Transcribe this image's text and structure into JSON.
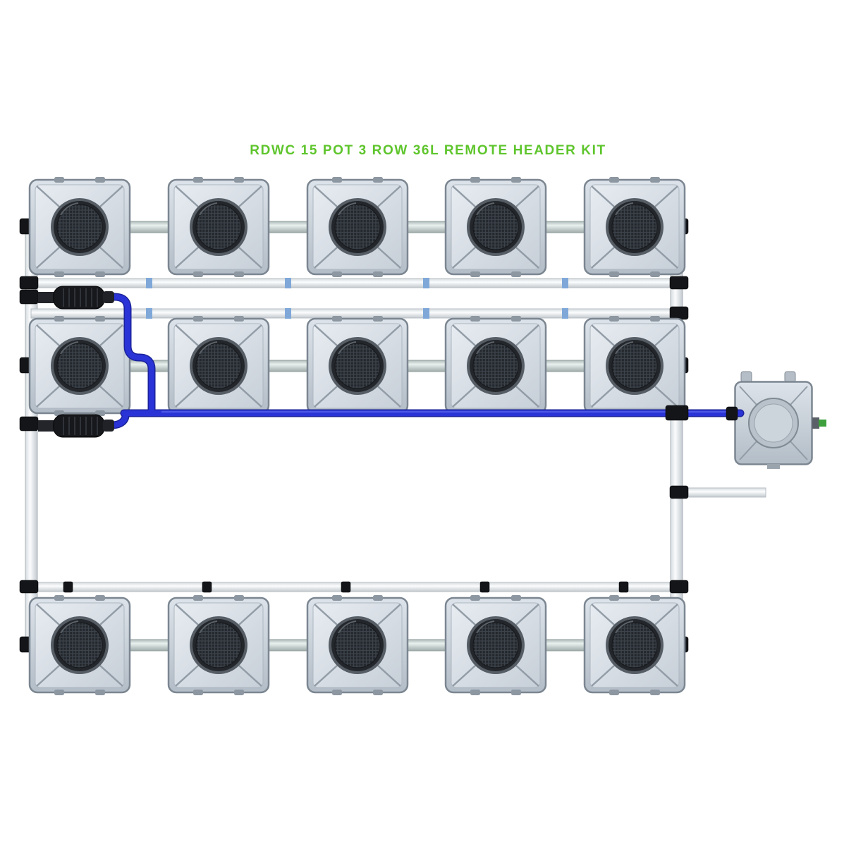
{
  "title": "RDWC 15 POT 3 ROW 36L REMOTE HEADER KIT",
  "diagram": {
    "system": "RDWC",
    "total_pots": 15,
    "rows": 3,
    "pots_per_row": 5,
    "pot_volume": "36L",
    "kit_type": "REMOTE HEADER KIT",
    "reservoirs": 1,
    "inline_pumps": 2
  },
  "colors": {
    "title_green": "#5ec52c",
    "tube_blue": "#2a33d6",
    "tube_blue_dark": "#1b239a",
    "pot_body": "#c9d1da",
    "pipe_white": "#f2f5f6",
    "manifold_gray": "#c5d2cf",
    "fitting_black": "#141519",
    "mesh_dark": "#24282c",
    "background": "#ffffff"
  }
}
